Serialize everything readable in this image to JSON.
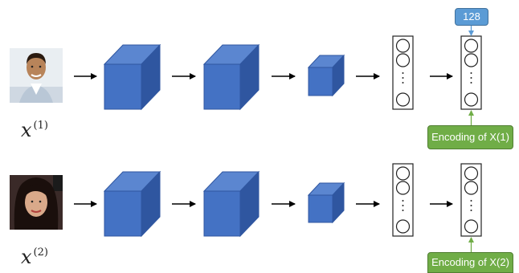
{
  "diagram": {
    "rows": [
      {
        "input_label": "x",
        "input_superscript": "(1)",
        "output_label": "Encoding of X(1)",
        "size_badge": "128",
        "photo_icon": "person-photo-man"
      },
      {
        "input_label": "x",
        "input_superscript": "(2)",
        "output_label": "Encoding of X(2)",
        "photo_icon": "person-photo-woman"
      }
    ],
    "colors": {
      "cube_front": "#4472c4",
      "cube_top": "#5b86d0",
      "cube_side": "#2f56a0",
      "badge_blue": "#5b9bd5",
      "badge_green": "#70ad47",
      "arrow": "#000000"
    }
  }
}
